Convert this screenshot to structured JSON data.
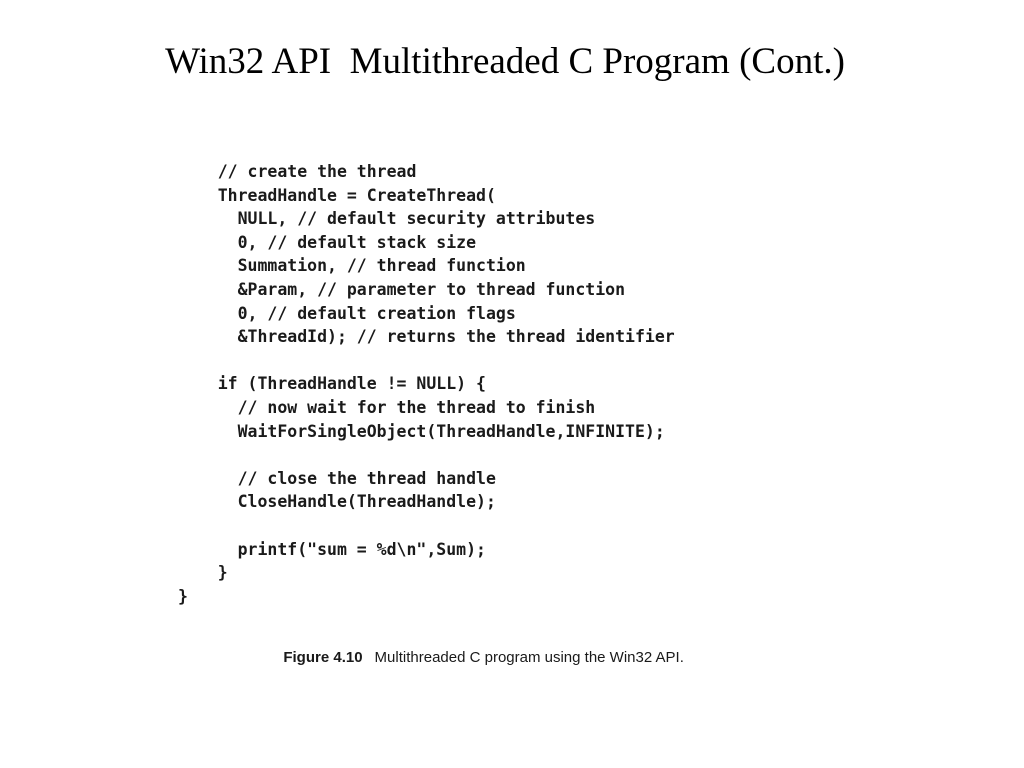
{
  "slide": {
    "title": "Win32 API  Multithreaded C Program (Cont.)"
  },
  "code": {
    "lines": [
      "    // create the thread",
      "    ThreadHandle = CreateThread(",
      "      NULL, // default security attributes",
      "      0, // default stack size",
      "      Summation, // thread function",
      "      &Param, // parameter to thread function",
      "      0, // default creation flags",
      "      &ThreadId); // returns the thread identifier",
      "",
      "    if (ThreadHandle != NULL) {",
      "      // now wait for the thread to finish",
      "      WaitForSingleObject(ThreadHandle,INFINITE);",
      "",
      "      // close the thread handle",
      "      CloseHandle(ThreadHandle);",
      "",
      "      printf(\"sum = %d\\n\",Sum);",
      "    }",
      "}"
    ]
  },
  "caption": {
    "label": "Figure 4.10",
    "text": "Multithreaded C program using the Win32 API."
  }
}
